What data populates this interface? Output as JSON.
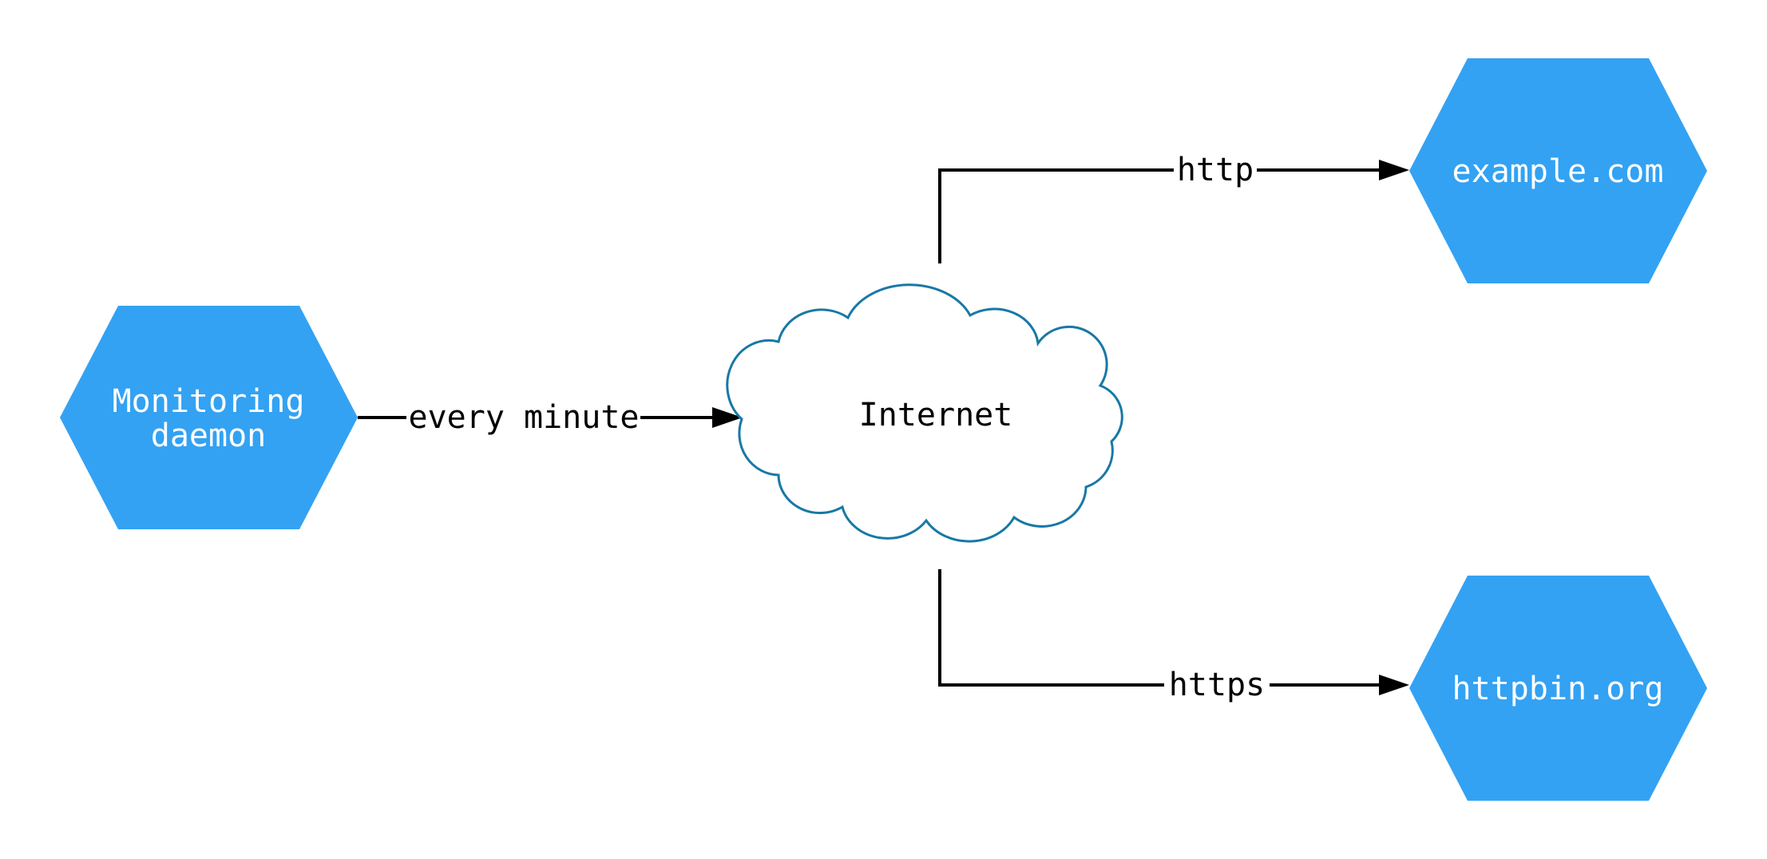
{
  "diagram": {
    "kind": "network-monitoring-diagram",
    "background": "#ffffff",
    "colors": {
      "node_fill": "#33A2F3",
      "node_text": "#ffffff",
      "cloud_fill": "#ffffff",
      "cloud_stroke": "#1878A6",
      "edge_color": "#000000",
      "edge_text": "#000000"
    },
    "nodes": {
      "monitoring_daemon": {
        "label": "Monitoring daemon",
        "line1": "Monitoring",
        "line2": "daemon",
        "shape": "hexagon"
      },
      "internet": {
        "label": "Internet",
        "shape": "cloud"
      },
      "example_com": {
        "label": "example.com",
        "shape": "hexagon"
      },
      "httpbin_org": {
        "label": "httpbin.org",
        "shape": "hexagon"
      }
    },
    "edges": {
      "daemon_to_internet": {
        "from": "monitoring_daemon",
        "to": "internet",
        "label": "every minute"
      },
      "internet_to_example": {
        "from": "internet",
        "to": "example_com",
        "label": "http"
      },
      "internet_to_httpbin": {
        "from": "internet",
        "to": "httpbin_org",
        "label": "https"
      }
    }
  }
}
